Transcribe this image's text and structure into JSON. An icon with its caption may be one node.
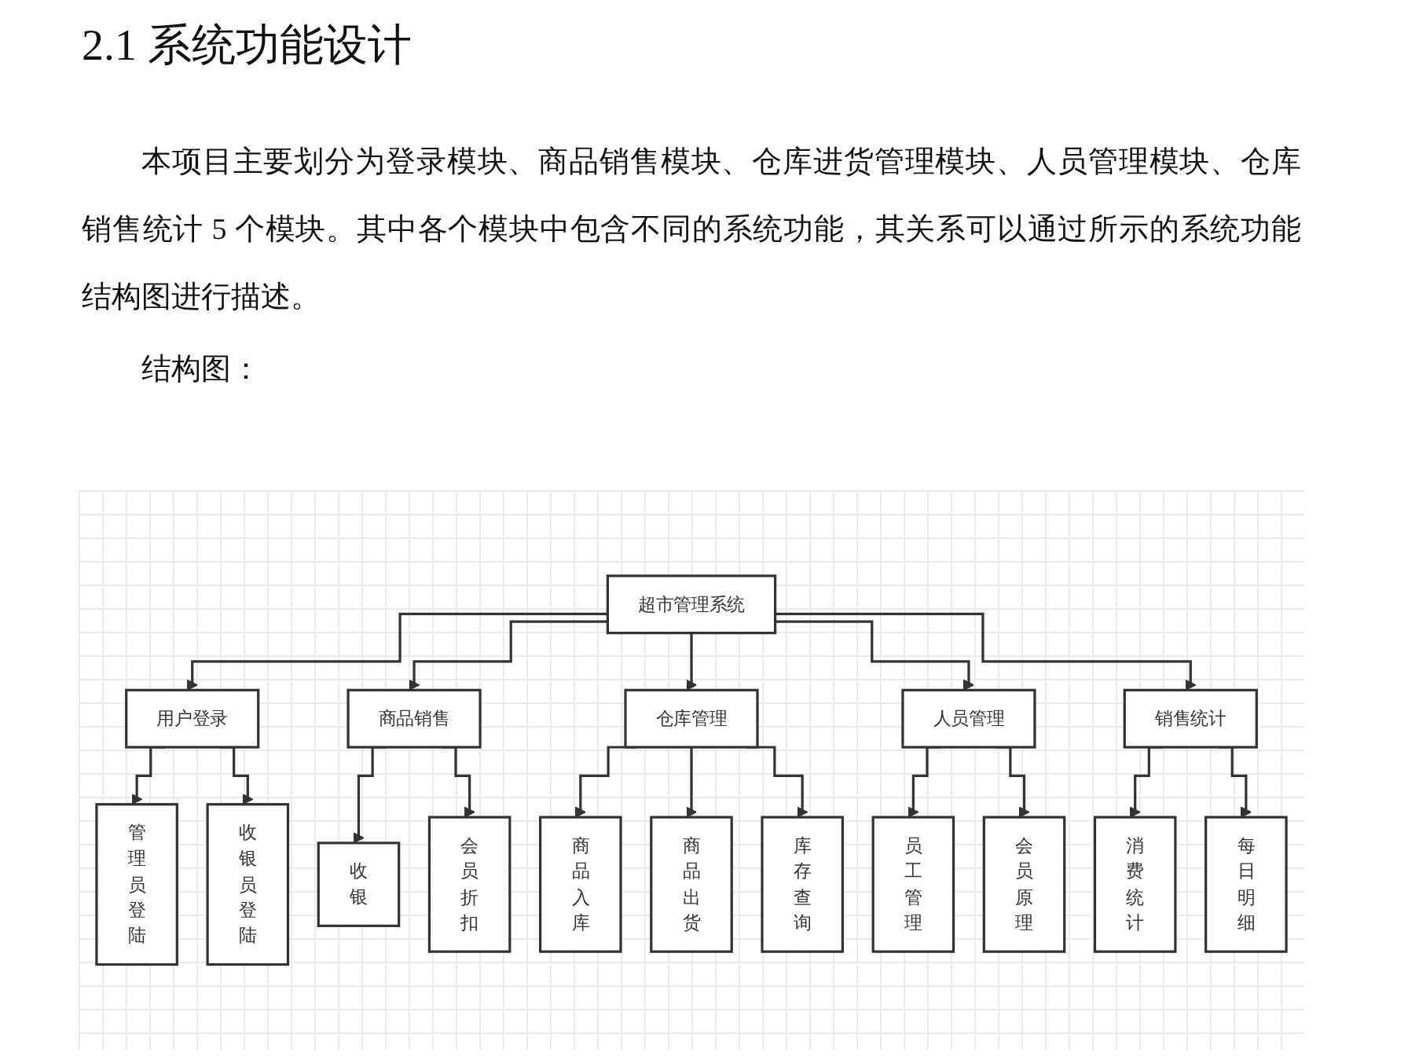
{
  "diagram": {
    "title": "2.1 系统功能设计",
    "nodes": [
      {
        "text": [
          "超市管理系统"
        ]
      },
      {
        "text": [
          "用户登录"
        ]
      },
      {
        "text": [
          "商品销售"
        ]
      },
      {
        "text": [
          "仓库管理"
        ]
      },
      {
        "text": [
          "人员管理"
        ]
      },
      {
        "text": [
          "销售统计"
        ]
      },
      {
        "text": [
          "管理员登陆"
        ]
      },
      {
        "text": [
          "收银员登陆"
        ]
      },
      {
        "text": [
          "收银"
        ]
      },
      {
        "text": [
          "会员折扣"
        ]
      },
      {
        "text": [
          "商品入库"
        ]
      },
      {
        "text": [
          "商品出货"
        ]
      },
      {
        "text": [
          "库存查询"
        ]
      },
      {
        "text": [
          "员工管理"
        ]
      },
      {
        "text": [
          "会员原理"
        ]
      },
      {
        "text": [
          "消费统计"
        ]
      },
      {
        "text": [
          "每日明细"
        ]
      }
    ],
    "edges": [
      {
        "from": 0,
        "to": 1,
        "arrow": "to"
      },
      {
        "from": 0,
        "to": 2,
        "arrow": "to"
      },
      {
        "from": 0,
        "to": 3,
        "arrow": "to"
      },
      {
        "from": 0,
        "to": 4,
        "arrow": "to"
      },
      {
        "from": 0,
        "to": 5,
        "arrow": "to"
      },
      {
        "from": 1,
        "to": 6,
        "arrow": "to"
      },
      {
        "from": 1,
        "to": 7,
        "arrow": "to"
      },
      {
        "from": 2,
        "to": 8,
        "arrow": "to"
      },
      {
        "from": 2,
        "to": 9,
        "arrow": "to"
      },
      {
        "from": 3,
        "to": 10,
        "arrow": "to"
      },
      {
        "from": 3,
        "to": 11,
        "arrow": "to"
      },
      {
        "from": 3,
        "to": 12,
        "arrow": "to"
      },
      {
        "from": 4,
        "to": 13,
        "arrow": "to"
      },
      {
        "from": 4,
        "to": 14,
        "arrow": "to"
      },
      {
        "from": 5,
        "to": 15,
        "arrow": "to"
      },
      {
        "from": 5,
        "to": 16,
        "arrow": "to"
      }
    ],
    "labels": [
      "本项目主要划分为登录模块、商品销售模块、仓库进货管理模块、人员管理模块、仓库销售统计 5 个模块。其中各个模块中包含不同的系统功能，其关系可以通过所示的系统功能结构图进行描述。",
      "结构图："
    ]
  }
}
